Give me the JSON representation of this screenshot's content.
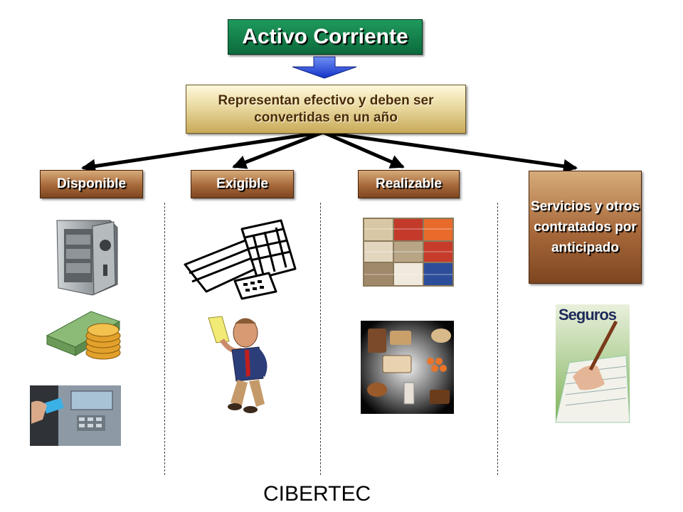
{
  "diagram": {
    "title": "Activo Corriente",
    "description": "Representan efectivo y deben ser convertidas en un año",
    "categories": [
      {
        "label": "Disponible"
      },
      {
        "label": "Exigible"
      },
      {
        "label": "Realizable"
      },
      {
        "label": "Servicios y otros contratados por anticipado"
      }
    ],
    "seguros_label": "Seguros",
    "footer": "CIBERTEC"
  },
  "colors": {
    "title_bg": "#0c6a3c",
    "description_bg": "#e9d9a0",
    "category_bg": "#a7683a",
    "arrow": "#1a45d8"
  },
  "icons": [
    "safe-icon",
    "money-coins-icon",
    "atm-card-icon",
    "calendar-paperwork-icon",
    "businessman-icon",
    "stacked-goods-icon",
    "food-products-icon",
    "insurance-signing-icon"
  ]
}
